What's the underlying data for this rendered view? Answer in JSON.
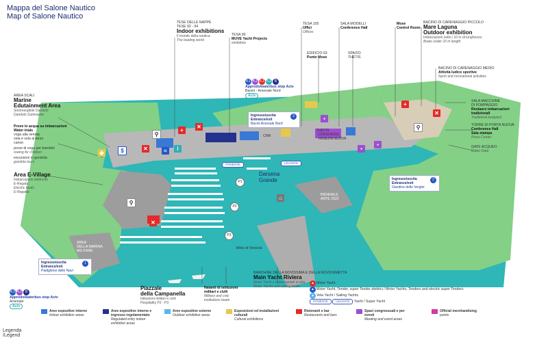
{
  "title": {
    "it": "Mappa del Salone Nautico",
    "en": "Map of Salone Nautico"
  },
  "areas": {
    "tese_nappe": {
      "line1": "TESE DELLE NAPPE",
      "line2": "TESE 92 - 94",
      "head": "Indoor exhibitions",
      "sub": "Il mondo della nautica",
      "it": "The boating world"
    },
    "tesa99": {
      "line1": "TESA 99",
      "line2": "MUVE Yacht Projects",
      "sub": "exhibition"
    },
    "tesa105": {
      "line1": "TESA 105",
      "line2": "Uffici",
      "it": "Offices"
    },
    "edificio63": {
      "line1": "EDIFICIO 63",
      "head": "Punto Mose"
    },
    "sala_modelli": {
      "line1": "SALA MODELLI",
      "line2": "Conference Hall"
    },
    "spazio_thetis": {
      "line1": "SPAZIO",
      "line2": "THETIS"
    },
    "mose": {
      "line1": "Mose",
      "line2": "Control Room"
    },
    "mare_laguna": {
      "line1": "BACINO DI CARENAGGIO PICCOLO",
      "head1": "Mare Laguna",
      "head2": "Outdoor exhibition",
      "sub": "Imbarcazioni sotto i 10 m di lunghezza",
      "it": "Boats under 10 m length"
    },
    "bacino_medio": {
      "line1": "BACINO DI CARENAGGIO MEDIO",
      "line2": "Attività ludico sportive",
      "sub": "Sport and recreational activities"
    },
    "sala_macchine": {
      "line1": "SALA MACCHINE",
      "line2": "DI POMPAGGIO",
      "line3": "Restauro imbarcazioni",
      "line4": "tradizionali",
      "it": "Traditional boatyard"
    },
    "torre": {
      "line1": "TORRE DI PORTA NUOVA",
      "line2": "Conference Hall",
      "line3": "Sala stampa",
      "it": "Press Center"
    },
    "gate": {
      "line1": "GATE ACQUEO",
      "it": "Water Gate"
    },
    "marine": {
      "line1": "AREA SCALI",
      "head1": "Marine",
      "head2": "Edutainment Area",
      "sub": "Sommergibile Dandolo",
      "it": "Dandolo Submarine"
    },
    "prove": {
      "line1": "Prove in acqua su imbarcazioni",
      "line2": "Water trials",
      "line3": "voga alla veneta",
      "line4": "vela e vela al terzo",
      "line5": "canoe",
      "line6": "prove di voga per bambini",
      "it1": "rowing for children",
      "line7": "escursioni in gondola",
      "it2": "gondola tours"
    },
    "evillage": {
      "head": "Area E-Village",
      "sub1": "Imbarcazioni elettriche",
      "sub2": "E-Regata",
      "it1": "Electric boats",
      "it2": "E-Regatta"
    },
    "marina_militare": {
      "line1": "AREA",
      "line2": "DELLA MARINA",
      "line3": "MILITARE"
    },
    "campanella": {
      "line1": "Piazzale",
      "line2": "della Campanella",
      "sub1": "Istituzioni militari e civili",
      "sub2": "Hospitality P2 - P3"
    },
    "natanti": {
      "line1": "Natanti di istituzioni",
      "line2": "militari e civili",
      "it1": "Military and civic",
      "it2": "institutions boats"
    },
    "riviera": {
      "line1": "BANCHINE DELLA NOVISSIMA E DELLA NOVISSIMETTA",
      "head": "Main Yacht Riviera",
      "sub": "Motor Yacht e Imbarcazioni a vela",
      "it": "Motor Yachts and sailing boats"
    },
    "darsena": {
      "line1": "Darsena",
      "line2": "Grande"
    },
    "biennale": {
      "line1": "BIENNALE",
      "line2": "ARTE 2022"
    },
    "cnr": "CNR",
    "thetis_map": "THETIS",
    "consorzio": {
      "line1": "CONSORZIO",
      "line2": "VENEZIA NUOVA"
    },
    "bacini": "Bacini Arsenale Nord",
    "mille": "Miles di Venezia"
  },
  "entries": {
    "e1": {
      "num": "1",
      "it": "Ingresso/uscita",
      "en": "Entrance/exit",
      "place": "Padiglione delle Navi"
    },
    "e2": {
      "num": "2",
      "it": "Ingresso/uscita",
      "en": "Entrance/exit",
      "place": "Giardino delle Vergini"
    },
    "e3": {
      "num": "3",
      "it": "Ingresso/uscita",
      "en": "Entrance/exit",
      "place": "Bacini Arsenale Nord"
    }
  },
  "stops": {
    "north": {
      "lines": [
        "4.1",
        "4.2",
        "5.1",
        "5.2",
        "B"
      ],
      "label": "Approdo/waterbus stop Actv",
      "place": "Bacini - Arsenale Nord",
      "brand": "Actv"
    },
    "south": {
      "lines": [
        "4.1",
        "4.2",
        "B"
      ],
      "label": "Approdo/waterbus stop Actv",
      "place": "Arsenale",
      "brand": "Actv"
    }
  },
  "docks": {
    "ponente": "PONENTE",
    "levante": "LEVANTE"
  },
  "pmarks": {
    "p1": "P1",
    "p2": "P2",
    "p3": "P3"
  },
  "yacht_key": {
    "motor": "Motor Yacht",
    "motor_line": "Motor Yacht, Tender, super Tender elettrici / Motor Yachts, Tenders and electric super Tenders",
    "sail": "Vela Yacht / Sailing Yachts",
    "super": "Yacht / Super Yacht",
    "ponente": "PONENTE",
    "levante": "LEVANTE"
  },
  "legend": {
    "title1": "Legenda",
    "title2": "/Legend",
    "items": [
      {
        "it": "Aree espositive interne",
        "en": "Indoor exhibition areas",
        "color": "#3a78d6"
      },
      {
        "it": "Aree espositive interne e ingresso regolamentato",
        "en": "Regulated entry indoor exhibition areas",
        "color": "#23318f"
      },
      {
        "it": "Aree espositive esterne",
        "en": "Outdoor exhibition areas",
        "color": "#5ab6e8"
      },
      {
        "it": "Esposizioni ed installazioni culturali",
        "en": "Cultural exhibitions",
        "color": "#e8c84a"
      },
      {
        "it": "Ristoranti e bar",
        "en": "Restaurants and bars",
        "color": "#e32a29"
      },
      {
        "it": "Spazi congressuali e per eventi",
        "en": "Meeting and event areas",
        "color": "#9c4fd0"
      },
      {
        "it": "Official merchandising",
        "en": "points",
        "color": "#d23aa4"
      }
    ]
  },
  "colors": {
    "water": "#2fb6b6",
    "land": "#7fcf86",
    "pier": "#a8a8a8",
    "accent": "#1d2b6b"
  }
}
